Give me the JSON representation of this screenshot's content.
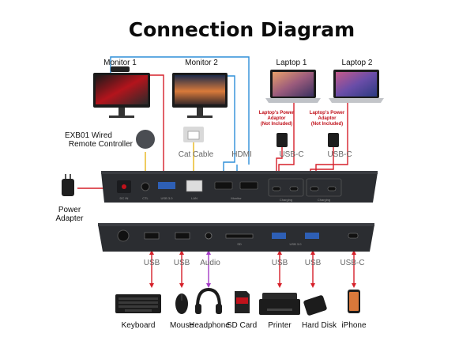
{
  "title": "Connection Diagram",
  "devices": {
    "monitor1": "Monitor 1",
    "monitor2": "Monitor 2",
    "laptop1": "Laptop 1",
    "laptop2": "Laptop 2",
    "remote_line1": "EXB01 Wired",
    "remote_line2": "Remote Controller",
    "power_line1": "Power",
    "power_line2": "Adapter",
    "keyboard": "Keyboard",
    "mouse": "Mouse",
    "headphone": "Headphone",
    "sd_card": "SD Card",
    "printer": "Printer",
    "hard_disk": "Hard Disk",
    "iphone": "iPhone"
  },
  "power_note": {
    "line1": "Laptop's Power",
    "line2": "Adaptor",
    "line3": "(Not Included)"
  },
  "cables": {
    "cat": "Cat Cable",
    "hdmi": "HDMI",
    "usbc_top1": "USB-C",
    "usbc_top2": "USB-C",
    "usb1": "USB",
    "usb2": "USB",
    "audio": "Audio",
    "usb3": "USB",
    "usb4": "USB",
    "usbc_bottom": "USB-C"
  },
  "port_labels": {
    "dc": "DC IN",
    "ctl": "CTL",
    "usb30": "USB 3.0",
    "lan": "LAN",
    "monitor": "Monitor",
    "sd": "SD",
    "usb31": "USB 3.0",
    "charging": "Charging"
  },
  "colors": {
    "red_cable": "#d6202a",
    "blue_cable": "#2e8fd8",
    "yellow_cable": "#e8b51a",
    "purple_cable": "#a43cc6",
    "dock_body": "#2b2d31"
  }
}
